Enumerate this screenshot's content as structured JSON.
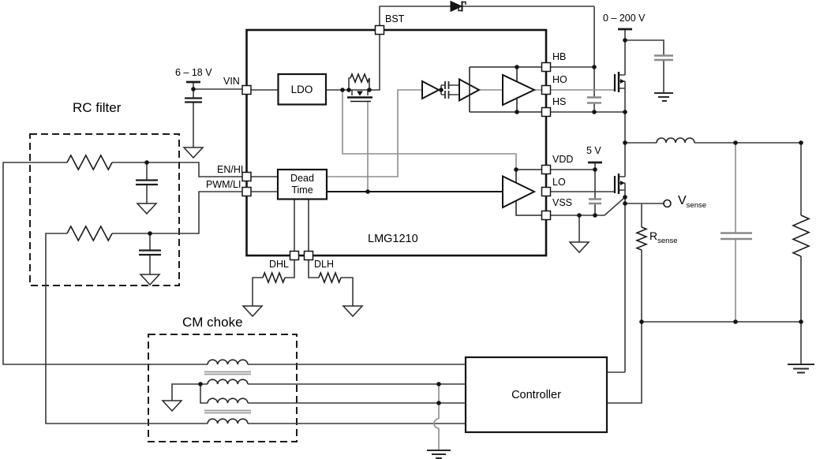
{
  "title": "LMG1210 half-bridge gate driver application schematic",
  "colors": {
    "line": "#1c1c1c",
    "wire": "#3a3a3a",
    "signal_gray": "#8e8e8e",
    "background": "#ffffff"
  },
  "ic": {
    "name": "LMG1210",
    "blocks": {
      "ldo": "LDO",
      "dead_time": "Dead Time"
    },
    "pins": {
      "vin": "VIN",
      "en_hi": "EN/HI",
      "pwm_li": "PWM/LI",
      "bst": "BST",
      "dhl": "DHL",
      "dlh": "DLH",
      "hb": "HB",
      "ho": "HO",
      "hs": "HS",
      "vdd": "VDD",
      "lo": "LO",
      "vss": "VSS"
    }
  },
  "sections": {
    "rc_filter": "RC filter",
    "cm_choke": "CM choke",
    "controller": "Controller"
  },
  "supplies": {
    "vin_range": "6 – 18 V",
    "bus_range": "0 – 200 V",
    "vdd_5v": "5 V"
  },
  "nets": {
    "vsense": {
      "main": "V",
      "sub": "sense"
    },
    "rsense": {
      "main": "R",
      "sub": "sense"
    }
  },
  "components": {
    "bootstrap_diode": "schottky-diode",
    "bootstrap_capacitor": "capacitor",
    "bootstrap_switch": "mosfet-with-parallel-resistor",
    "high_side_fet": "nmos",
    "low_side_fet": "nmos",
    "output_inductor": "inductor",
    "output_capacitor": "capacitor",
    "load_resistor": "resistor",
    "sense_resistor": "resistor",
    "rc_filter_sections": 2,
    "cm_choke_windings": 4,
    "isolation": "capacitive-level-shift",
    "gate_drivers": 2
  }
}
